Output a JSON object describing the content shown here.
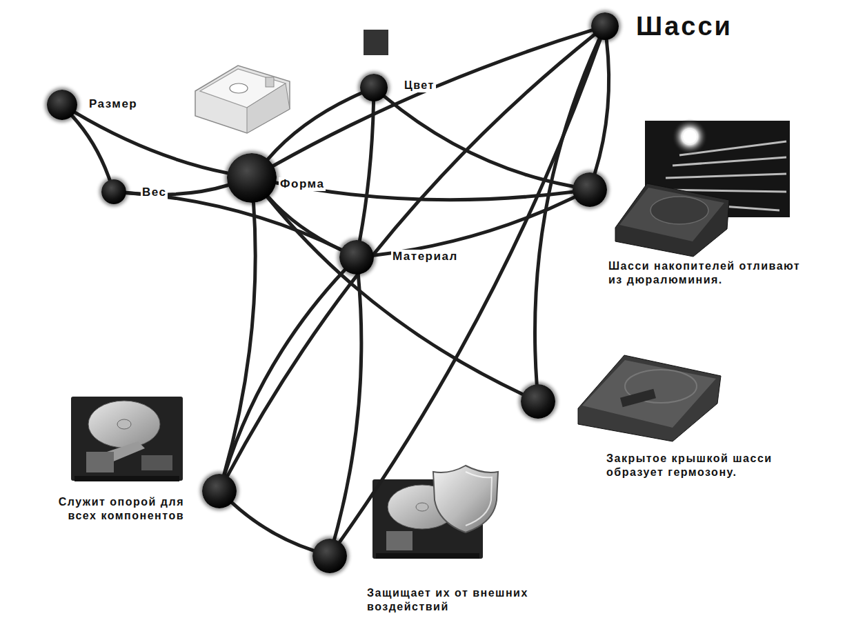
{
  "diagram": {
    "nodes": [
      {
        "text": [
          "Шасси"
        ]
      },
      {
        "text": [
          "Цвет"
        ]
      },
      {
        "text": [
          "Размер"
        ]
      },
      {
        "text": [
          "Вес"
        ]
      },
      {
        "text": [
          "Форма"
        ]
      },
      {
        "text": [
          "Шасси накопителей отливают из дюралюминия."
        ]
      },
      {
        "text": [
          "Материал"
        ]
      },
      {
        "text": [
          "Закрытое крышкой шасси образует гермозону."
        ]
      },
      {
        "text": [
          "Служит опорой для всех компонентов"
        ]
      },
      {
        "text": [
          "Защищает их от внешних воздействий"
        ]
      }
    ],
    "edges": [
      {
        "from": 2,
        "to": 4,
        "arrow": "none"
      },
      {
        "from": 2,
        "to": 3,
        "arrow": "none"
      },
      {
        "from": 3,
        "to": 4,
        "arrow": "none"
      },
      {
        "from": 3,
        "to": 6,
        "arrow": "none"
      },
      {
        "from": 4,
        "to": 1,
        "arrow": "none"
      },
      {
        "from": 4,
        "to": 0,
        "arrow": "none"
      },
      {
        "from": 4,
        "to": 5,
        "arrow": "none"
      },
      {
        "from": 4,
        "to": 6,
        "arrow": "none"
      },
      {
        "from": 4,
        "to": 8,
        "arrow": "none"
      },
      {
        "from": 4,
        "to": 7,
        "arrow": "none"
      },
      {
        "from": 1,
        "to": 5,
        "arrow": "none"
      },
      {
        "from": 1,
        "to": 6,
        "arrow": "none"
      },
      {
        "from": 0,
        "to": 5,
        "arrow": "none"
      },
      {
        "from": 0,
        "to": 7,
        "arrow": "none"
      },
      {
        "from": 0,
        "to": 8,
        "arrow": "none"
      },
      {
        "from": 0,
        "to": 9,
        "arrow": "none"
      },
      {
        "from": 6,
        "to": 5,
        "arrow": "none"
      },
      {
        "from": 6,
        "to": 8,
        "arrow": "none"
      },
      {
        "from": 6,
        "to": 9,
        "arrow": "none"
      },
      {
        "from": 8,
        "to": 9,
        "arrow": "none"
      }
    ]
  }
}
